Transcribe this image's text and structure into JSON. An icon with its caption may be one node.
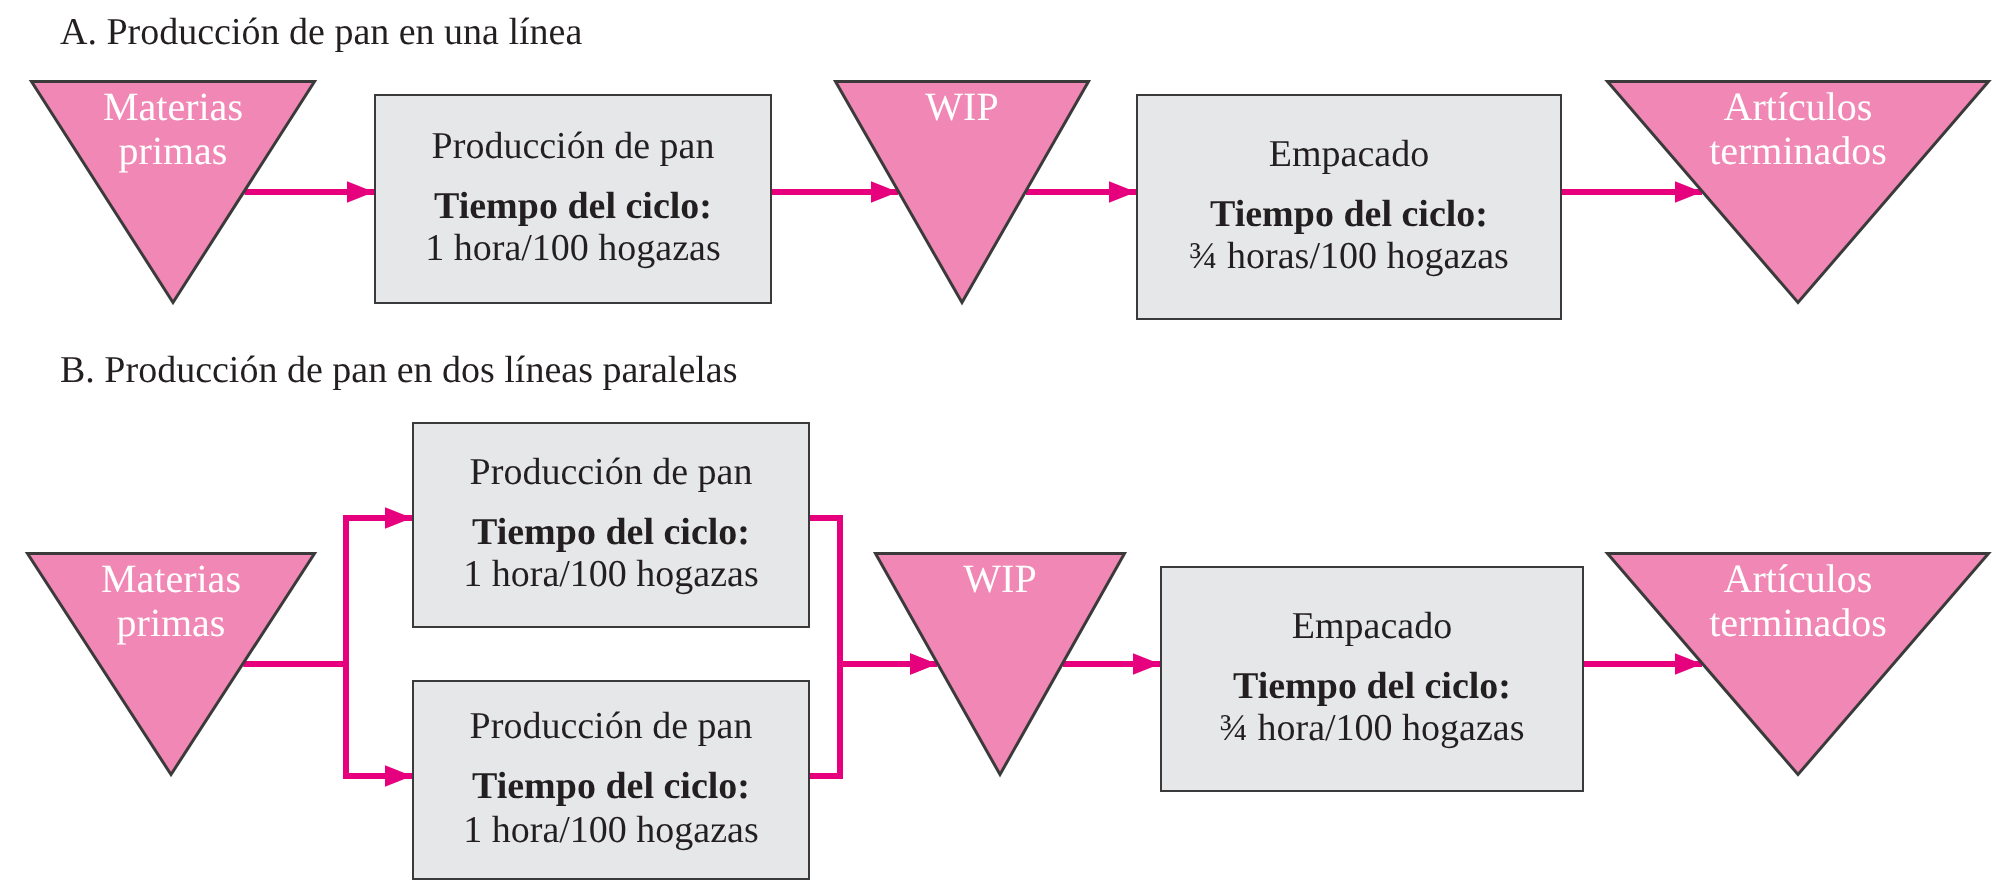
{
  "diagram": {
    "nodes": [
      {
        "text": [
          "Materias primas"
        ]
      },
      {
        "text": [
          "Producción de pan",
          "Tiempo del ciclo:",
          "1 hora/100 hogazas"
        ]
      },
      {
        "text": [
          "WIP"
        ]
      },
      {
        "text": [
          "Empacado",
          "Tiempo del ciclo:",
          "¾ horas/100 hogazas"
        ]
      },
      {
        "text": [
          "Artículos terminados"
        ]
      },
      {
        "text": [
          "Materias primas"
        ]
      },
      {
        "text": [
          "Producción de pan",
          "Tiempo del ciclo:",
          "1 hora/100 hogazas"
        ]
      },
      {
        "text": [
          "Producción de pan",
          "Tiempo del ciclo:",
          "1 hora/100 hogazas"
        ]
      },
      {
        "text": [
          "WIP"
        ]
      },
      {
        "text": [
          "Empacado",
          "Tiempo del ciclo:",
          "¾ hora/100 hogazas"
        ]
      },
      {
        "text": [
          "Artículos terminados"
        ]
      }
    ],
    "edges": [
      {
        "from": 0,
        "to": 1,
        "arrow": "to"
      },
      {
        "from": 1,
        "to": 2,
        "arrow": "to"
      },
      {
        "from": 2,
        "to": 3,
        "arrow": "to"
      },
      {
        "from": 3,
        "to": 4,
        "arrow": "to"
      },
      {
        "from": 5,
        "to": 6,
        "arrow": "to"
      },
      {
        "from": 5,
        "to": 7,
        "arrow": "to"
      },
      {
        "from": 6,
        "to": 8,
        "arrow": "to"
      },
      {
        "from": 7,
        "to": 8,
        "arrow": "to"
      },
      {
        "from": 8,
        "to": 9,
        "arrow": "to"
      },
      {
        "from": 9,
        "to": 10,
        "arrow": "to"
      }
    ],
    "labels": [
      "A. Producción de pan en una línea",
      "B. Producción de pan en dos líneas paralelas"
    ]
  }
}
